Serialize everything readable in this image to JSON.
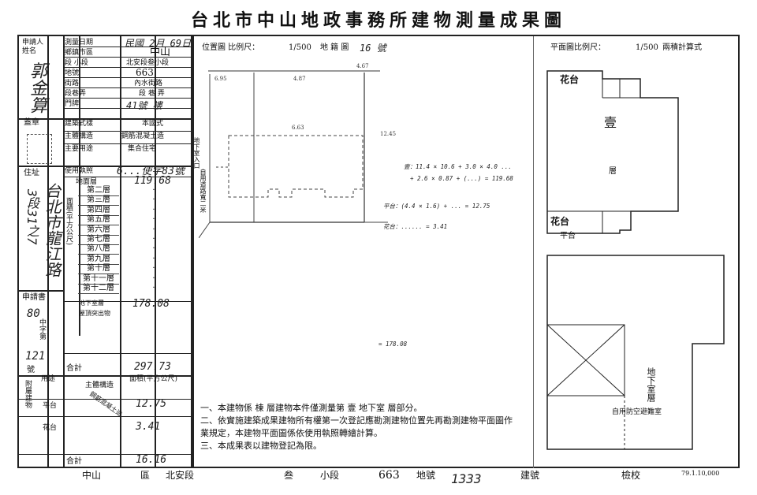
{
  "document": {
    "title": "台北市中山地政事務所建物測量成果圖",
    "print_code": "79.1.10,000"
  },
  "applicant": {
    "labels": [
      "申請人",
      "姓名"
    ],
    "name": "郭金算",
    "seal_label": "蓋章",
    "address_label": "住址",
    "address": "台北市龍江路",
    "number_line": "3段31之7",
    "receipt_label": "申請書",
    "receipt_num": "80",
    "receipt_unit": "中字第",
    "receipt_seq": "121",
    "receipt_suffix": "號"
  },
  "building": {
    "change_date_label": "測量日期",
    "change_date": "民國 2月 69日",
    "district_label": "鄉鎮市區",
    "district": "中山",
    "lot_label": "段 小段",
    "lot": "北安段叁小段",
    "parcel_label": "地號",
    "parcel": "663",
    "road_label": "街路",
    "road": "內水街路",
    "lane_label": "段巷弄",
    "lane": "段 巷 弄",
    "door_label": "門牌",
    "door": "41號 樓",
    "style_label": "建築式樣",
    "style": "本國式",
    "structure_label": "主體構造",
    "structure": "鋼筋混凝土造",
    "use_label": "主要用途",
    "use": "集合住宅",
    "permit_label": "使用執照",
    "permit": "6...使字83號"
  },
  "areas": {
    "area_label": "面積(平方公尺)",
    "ground_label": "地面層",
    "ground_value": "119.68",
    "floors": [
      "第二層",
      "第三層",
      "第四層",
      "第五層",
      "第六層",
      "第七層",
      "第八層",
      "第九層",
      "第十層",
      "第十一層",
      "第十二層"
    ],
    "basement_label": "地下室層",
    "basement_value": "178.08",
    "attic_label": "屋頂突出物",
    "total_label": "合計",
    "total_value": "297.73",
    "attached_label": "附屬建物",
    "attached_cols": [
      "用途",
      "主體構造",
      "面積(平方公尺)"
    ],
    "attached_rows": [
      {
        "use": "平台",
        "struct": "鋼筋混凝土造",
        "area": "12.75"
      },
      {
        "use": "花台",
        "struct": "",
        "area": "3.41"
      }
    ],
    "attached_total_label": "合計",
    "attached_total_value": "16.16"
  },
  "site_plan": {
    "scale_label": "位置圖 比例尺：",
    "scale_value": "1/500",
    "map_label": "地 籍 圖",
    "map_no": "16 號",
    "calc_lines": [
      "壹：11.4 × 10.6 + 3.0 × 4.0 ...",
      "+ 2.6 × 0.87 + (...) = 119.68",
      "平台：(4.4 × 1.6) + ... = 12.75",
      "花台：...... = 3.41",
      "= 178.08"
    ],
    "road_note": "自用道路寬二米",
    "lane_note": "地下室入口"
  },
  "floor_plan": {
    "scale_label": "平面圖比例尺：",
    "scale_value": "1/500",
    "calc_method": "兩積計算式",
    "label_floor1": "壹",
    "label_layer": "層",
    "label_garden_top": "花台",
    "label_garden_bottom": "花台",
    "label_platform": "平台",
    "label_basement": "地下室層",
    "label_shelter": "自用防空避難室"
  },
  "notes": [
    "一、本建物係  棟  層建物本件僅測量第 壹 地下室 層部分。",
    "二、依實施建築成果建物所有權第一次登記應勘測建物位置先再勘測建物平面圖作業規定，本建物平面圖係依使用執照轉繪計算。",
    "三、本成果表以建物登記為限。"
  ],
  "footer": {
    "district": "中山",
    "area_label": "區",
    "section_label": "北安段",
    "subsection": "叁",
    "subsection_label": "小段",
    "parcel": "663",
    "parcel_label": "地號",
    "building_no": "1333",
    "building_label": "建號",
    "surveyor_label": "檢校"
  }
}
